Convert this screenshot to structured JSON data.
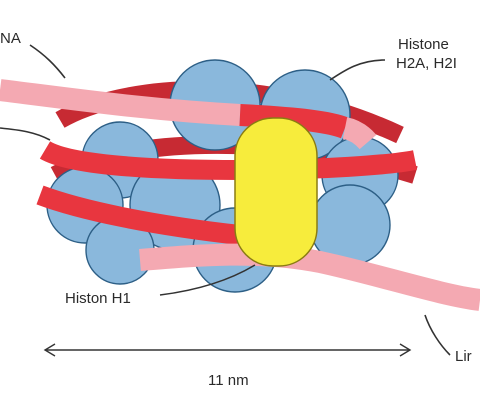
{
  "labels": {
    "dna": "NA",
    "histone_line1": "Histone",
    "histone_line2": "H2A, H2I",
    "histon_h1": "Histon H1",
    "linker": "Lir",
    "scale": "11 nm"
  },
  "colors": {
    "dna_front": "#e8363f",
    "dna_light": "#f4a9b2",
    "histone": "#8ab8dc",
    "histone_outline": "#2d5f86",
    "h1": "#f7ec3c",
    "h1_outline": "#8a7c12",
    "line": "#333333"
  }
}
